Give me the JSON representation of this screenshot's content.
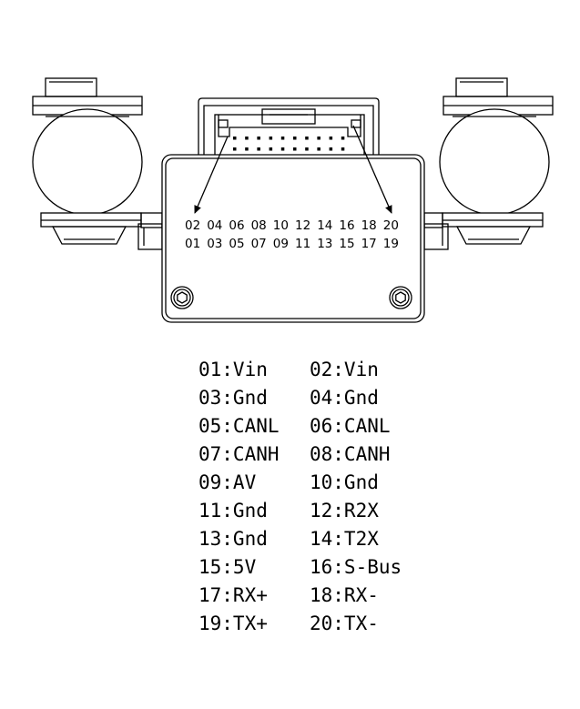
{
  "connector": {
    "top_row_numbers": [
      "02",
      "04",
      "06",
      "08",
      "10",
      "12",
      "14",
      "16",
      "18",
      "20"
    ],
    "bottom_row_numbers": [
      "01",
      "03",
      "05",
      "07",
      "09",
      "11",
      "13",
      "15",
      "17",
      "19"
    ]
  },
  "pinout": [
    [
      "01:Vin",
      "02:Vin"
    ],
    [
      "03:Gnd",
      "04:Gnd"
    ],
    [
      "05:CANL",
      "06:CANL"
    ],
    [
      "07:CANH",
      "08:CANH"
    ],
    [
      "09:AV",
      "10:Gnd"
    ],
    [
      "11:Gnd",
      "12:R2X"
    ],
    [
      "13:Gnd",
      "14:T2X"
    ],
    [
      "15:5V",
      "16:S-Bus"
    ],
    [
      "17:RX+",
      "18:RX-"
    ],
    [
      "19:TX+",
      "20:TX-"
    ]
  ]
}
